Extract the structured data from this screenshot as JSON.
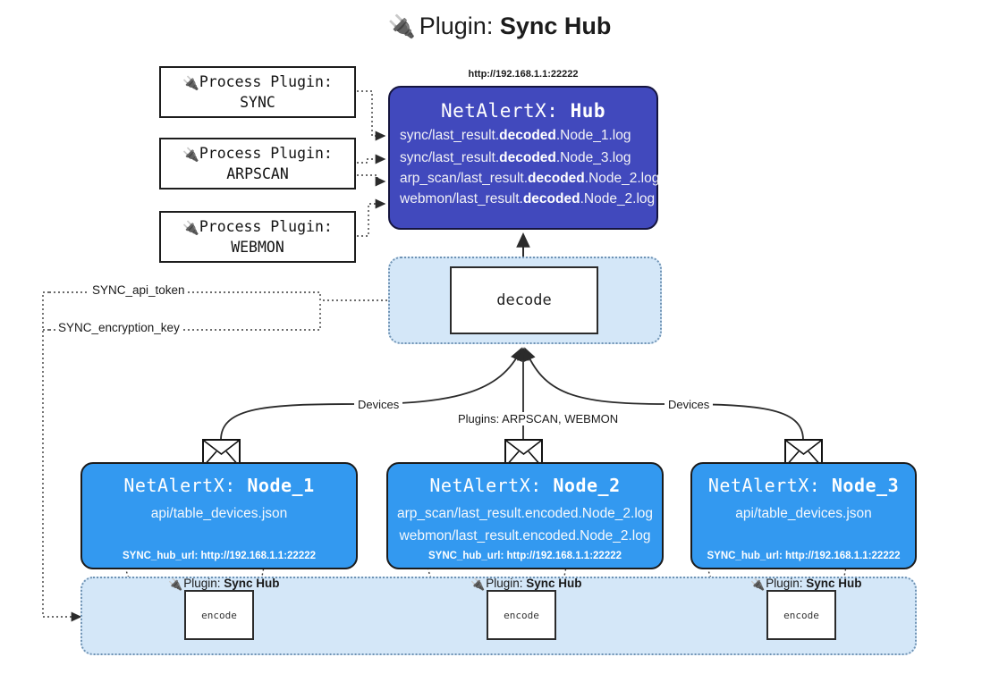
{
  "title": {
    "icon": "plug-icon",
    "prefix": "Plugin:",
    "name": "Sync Hub"
  },
  "process_plugins": [
    {
      "icon": "plug-icon",
      "caption": "Process Plugin:",
      "name": "SYNC"
    },
    {
      "icon": "plug-icon",
      "caption": "Process Plugin:",
      "name": "ARPSCAN"
    },
    {
      "icon": "plug-icon",
      "caption": "Process Plugin:",
      "name": "WEBMON"
    }
  ],
  "hub": {
    "url": "http://192.168.1.1:22222",
    "title_prefix": "NetAlertX:",
    "title_name": "Hub",
    "logs": [
      {
        "pre": "sync/last_result.",
        "mid": "decoded",
        "post": ".Node_1.log"
      },
      {
        "pre": "sync/last_result.",
        "mid": "decoded",
        "post": ".Node_3.log"
      },
      {
        "pre": "arp_scan/last_result.",
        "mid": "decoded",
        "post": ".Node_2.log"
      },
      {
        "pre": "webmon/last_result.",
        "mid": "decoded",
        "post": ".Node_2.log"
      }
    ]
  },
  "decode": {
    "label": "decode"
  },
  "env_vars": [
    {
      "label": "SYNC_api_token"
    },
    {
      "label": "SYNC_encryption_key"
    }
  ],
  "edge_labels": {
    "devices_left": "Devices",
    "devices_right": "Devices",
    "plugins_center": "Plugins: ARPSCAN, WEBMON"
  },
  "nodes": [
    {
      "icon": "envelope-icon",
      "title_prefix": "NetAlertX:",
      "title_name": "Node_1",
      "lines": [
        "api/table_devices.json"
      ],
      "hub_url": "SYNC_hub_url: http://192.168.1.1:22222"
    },
    {
      "icon": "envelope-icon",
      "title_prefix": "NetAlertX:",
      "title_name": "Node_2",
      "lines": [
        "arp_scan/last_result.encoded.Node_2.log",
        "webmon/last_result.encoded.Node_2.log"
      ],
      "hub_url": "SYNC_hub_url: http://192.168.1.1:22222"
    },
    {
      "icon": "envelope-icon",
      "title_prefix": "NetAlertX:",
      "title_name": "Node_3",
      "lines": [
        "api/table_devices.json"
      ],
      "hub_url": "SYNC_hub_url: http://192.168.1.1:22222"
    }
  ],
  "encoders": [
    {
      "caption_prefix": "Plugin:",
      "caption_name": "Sync Hub",
      "label": "encode"
    },
    {
      "caption_prefix": "Plugin:",
      "caption_name": "Sync Hub",
      "label": "encode"
    },
    {
      "caption_prefix": "Plugin:",
      "caption_name": "Sync Hub",
      "label": "encode"
    }
  ],
  "colors": {
    "hub_fill": "#4149bd",
    "node_fill": "#3399f0",
    "band_fill": "#d4e7f8",
    "band_stroke": "#6f93b4",
    "line": "#2b2b2b",
    "background": "#ffffff"
  }
}
